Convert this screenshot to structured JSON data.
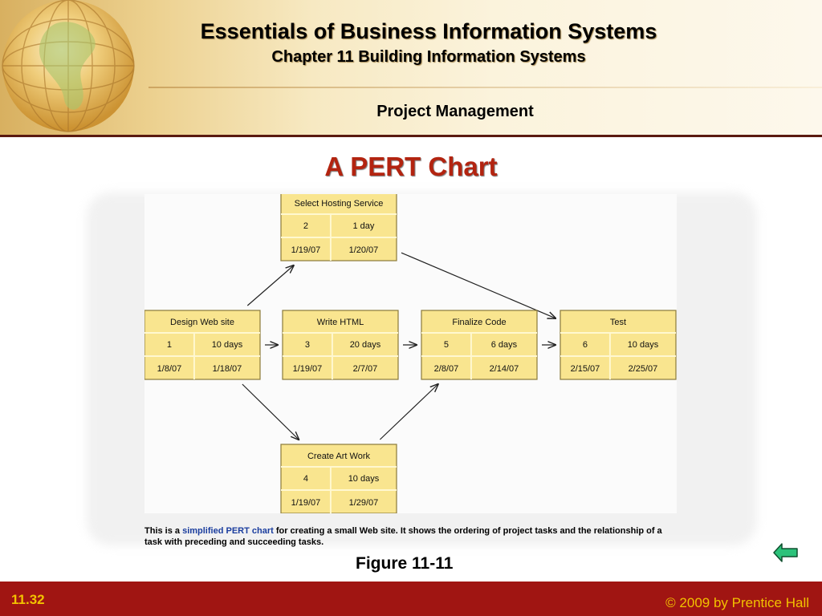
{
  "header": {
    "course_title": "Essentials of Business Information Systems",
    "chapter_title": "Chapter 11 Building Information Systems",
    "section_title": "Project Management"
  },
  "slide_title": "A PERT Chart",
  "diagram": {
    "nodes": [
      {
        "id": "n1",
        "task": "Design Web site",
        "number": "1",
        "duration": "10 days",
        "start": "1/8/07",
        "end": "1/18/07"
      },
      {
        "id": "n2",
        "task": "Select Hosting Service",
        "number": "2",
        "duration": "1 day",
        "start": "1/19/07",
        "end": "1/20/07"
      },
      {
        "id": "n3",
        "task": "Write HTML",
        "number": "3",
        "duration": "20 days",
        "start": "1/19/07",
        "end": "2/7/07"
      },
      {
        "id": "n4",
        "task": "Create Art Work",
        "number": "4",
        "duration": "10 days",
        "start": "1/19/07",
        "end": "1/29/07"
      },
      {
        "id": "n5",
        "task": "Finalize Code",
        "number": "5",
        "duration": "6 days",
        "start": "2/8/07",
        "end": "2/14/07"
      },
      {
        "id": "n6",
        "task": "Test",
        "number": "6",
        "duration": "10 days",
        "start": "2/15/07",
        "end": "2/25/07"
      }
    ],
    "edges": [
      {
        "from": "n1",
        "to": "n2"
      },
      {
        "from": "n1",
        "to": "n3"
      },
      {
        "from": "n1",
        "to": "n4"
      },
      {
        "from": "n3",
        "to": "n5"
      },
      {
        "from": "n4",
        "to": "n5"
      },
      {
        "from": "n2",
        "to": "n6"
      },
      {
        "from": "n5",
        "to": "n6"
      }
    ],
    "node_fill": "#f9e58f",
    "node_stroke": "#8a7a3a",
    "arrow_color": "#222222"
  },
  "caption": {
    "prefix": "This is a ",
    "highlight": "simplified PERT chart",
    "suffix": " for creating a small Web site. It shows the ordering of project tasks and the relationship of a task with preceding and succeeding tasks."
  },
  "figure_label": "Figure 11-11",
  "footer": {
    "slide_number": "11.32",
    "copyright": "© 2009 by Prentice Hall"
  },
  "colors": {
    "footer_bg": "#a01512",
    "footer_text": "#f2c200",
    "title_red": "#b32410",
    "back_button": "#2cc27a"
  },
  "icons": {
    "back_button": "back-arrow-icon",
    "globe": "globe-icon"
  }
}
